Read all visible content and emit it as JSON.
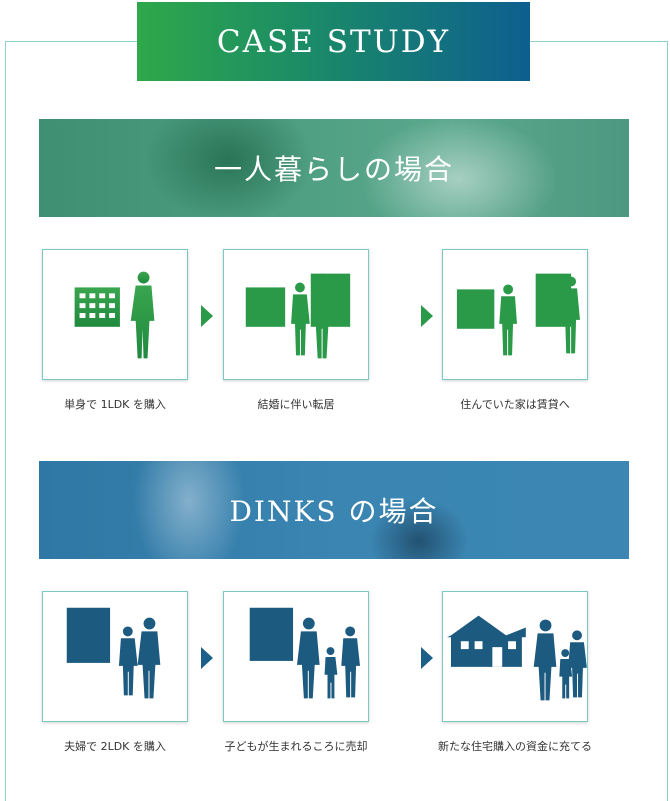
{
  "title": "CASE STUDY",
  "colors": {
    "green": "#2a9a48",
    "blue": "#1c5a80",
    "frame": "#8fcfcd"
  },
  "sections": [
    {
      "heading": "一人暮らしの場合",
      "steps": [
        {
          "caption": "単身で 1LDK を購入",
          "icon": "building-and-single-person-icon"
        },
        {
          "caption": "結婚に伴い転居",
          "icon": "building-and-couple-icon"
        },
        {
          "caption": "住んでいた家は賃貸へ",
          "icon": "tenant-and-couple-icon"
        }
      ]
    },
    {
      "heading": "DINKS の場合",
      "steps": [
        {
          "caption": "夫婦で 2LDK を購入",
          "icon": "building-and-couple-icon"
        },
        {
          "caption": "子どもが生まれるころに売却",
          "icon": "building-and-family-icon"
        },
        {
          "caption": "新たな住宅購入の資金に充てる",
          "icon": "house-and-family-icon"
        }
      ]
    }
  ]
}
